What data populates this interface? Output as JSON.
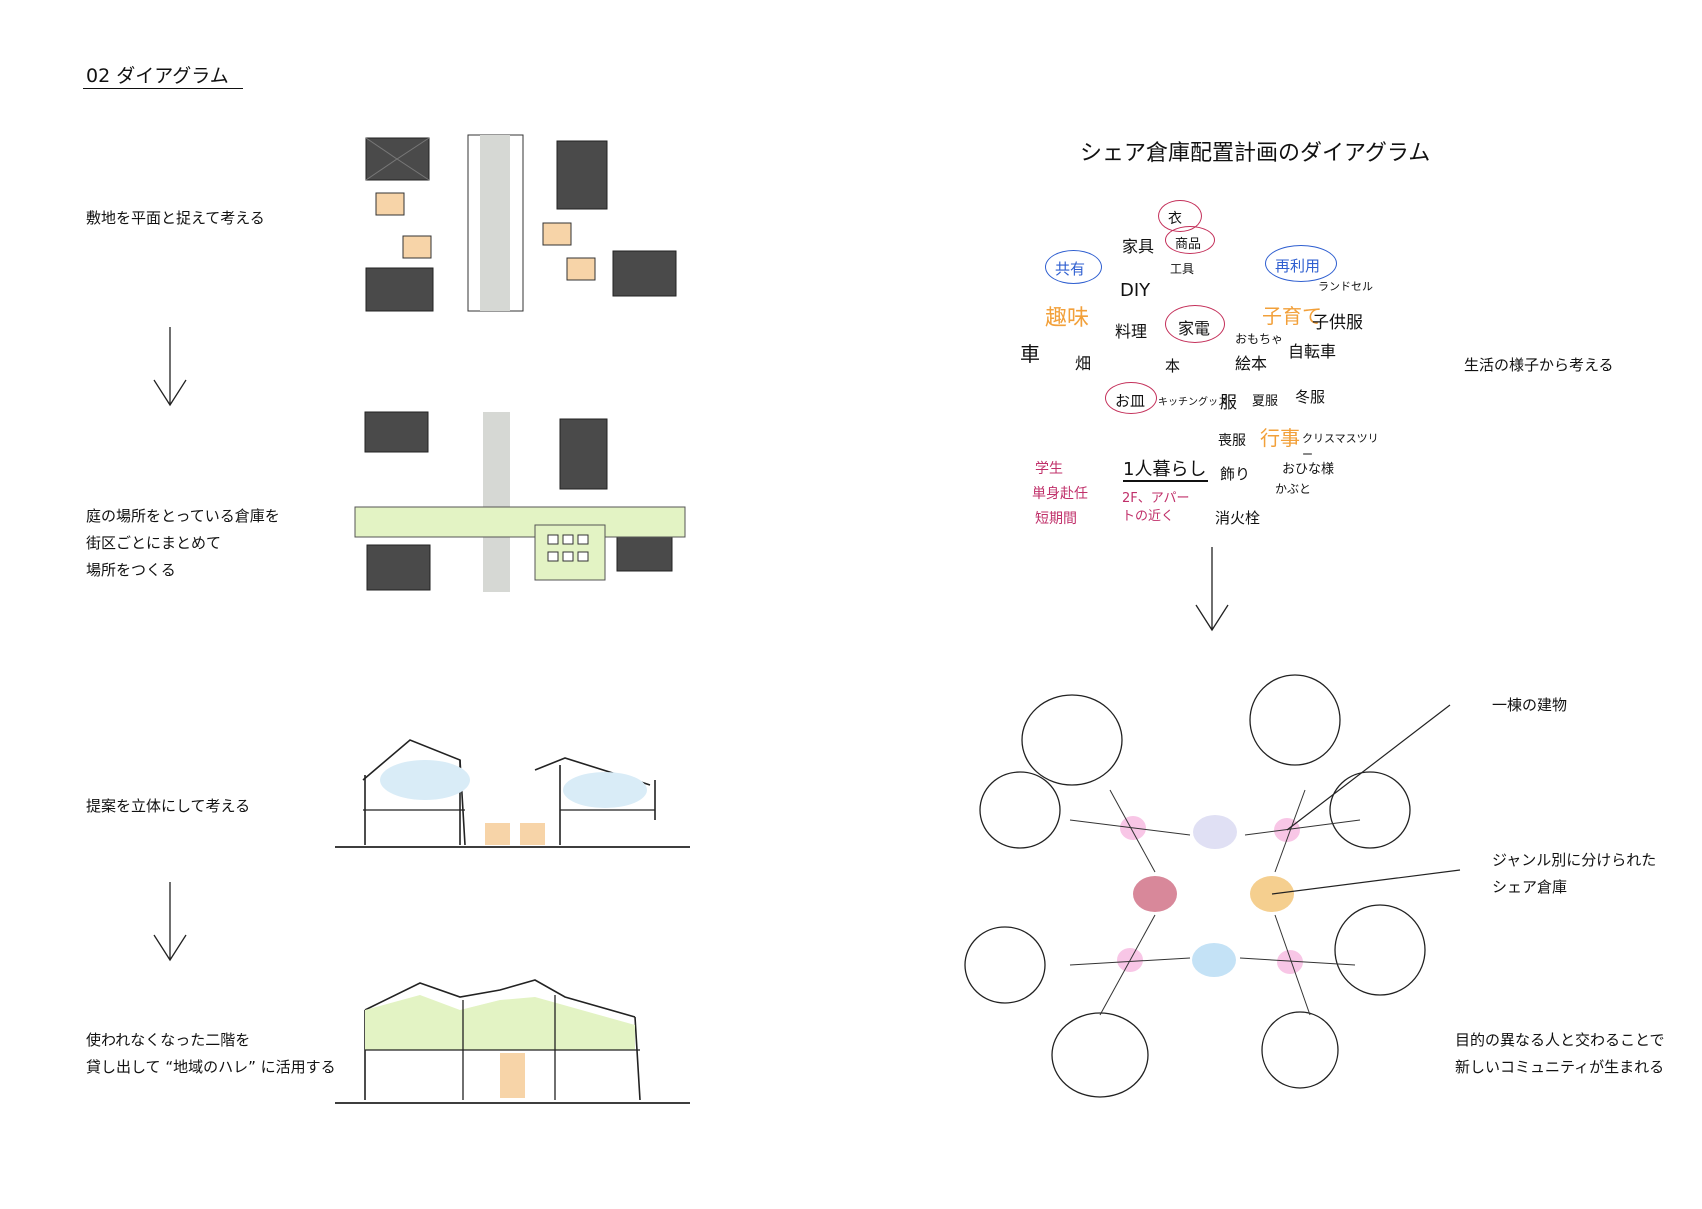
{
  "page_title": "02 ダイアグラム",
  "left_steps": [
    {
      "lines": [
        "敷地を平面と捉えて考える"
      ]
    },
    {
      "lines": [
        "庭の場所をとっている倉庫を",
        "街区ごとにまとめて",
        "場所をつくる"
      ]
    },
    {
      "lines": [
        "提案を立体にして考える"
      ]
    },
    {
      "lines": [
        "使われなくなった二階を",
        "貸し出して “地域のハレ” に活用する"
      ]
    }
  ],
  "right": {
    "heading": "シェア倉庫配置計画のダイアグラム",
    "side_note": "生活の様子から考える",
    "label_building": "一棟の建物",
    "label_genre": [
      "ジャンル別に分けられた",
      "シェア倉庫"
    ],
    "label_purpose": [
      "目的の異なる人と交わることで",
      "新しいコミュニティが生まれる"
    ]
  },
  "mindmap": {
    "circled_blue": [
      "共有",
      "再利用"
    ],
    "circled_red": [
      "衣",
      "商品",
      "家電",
      "お皿"
    ],
    "orange": [
      "趣味",
      "子育て",
      "行事"
    ],
    "black": [
      "家具",
      "工具",
      "DIY",
      "ランドセル",
      "子供服",
      "料理",
      "車",
      "畑",
      "本",
      "おもちゃ",
      "絵本",
      "自転車",
      "キッチングッズ",
      "服",
      "夏服",
      "冬服",
      "喪服",
      "クリスマスツリー",
      "1人暮らし",
      "飾り",
      "おひな様",
      "かぶと",
      "2F、アパートの近く",
      "消火栓"
    ],
    "magenta": [
      "学生",
      "単身赴任",
      "短期間"
    ]
  },
  "colors": {
    "roof_dark": "#4a4a4a",
    "road_grey": "#d6d8d4",
    "box_orange": "#f7d4a8",
    "sky_blue": "#d9ecf7",
    "green": "#e3f3c4",
    "blob_pink": "#f8c6e6",
    "blob_lavender": "#e0e0f4",
    "blob_red": "#d8889a",
    "blob_orange": "#f5cf8f",
    "blob_blue": "#c4e2f6",
    "hand_blue": "#2f5fd0",
    "hand_red": "#c4305a",
    "hand_orange": "#f2a03a",
    "hand_magenta": "#c0306a"
  }
}
